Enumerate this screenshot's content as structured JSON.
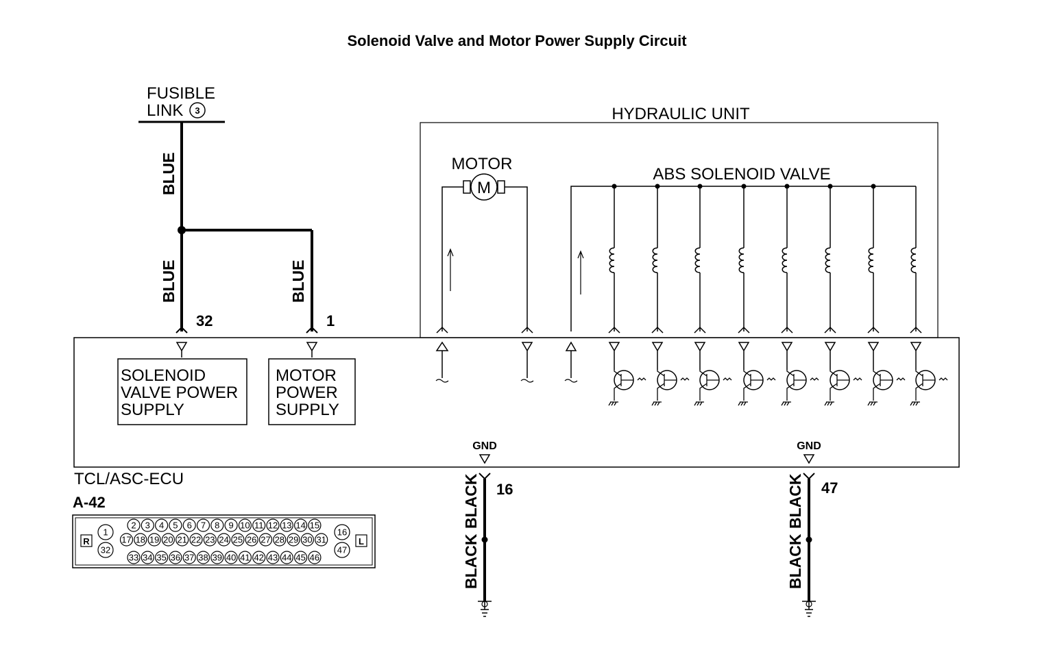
{
  "diagram": {
    "title": "Solenoid Valve and Motor Power Supply Circuit",
    "fusible_link": {
      "line1": "FUSIBLE",
      "line2": "LINK",
      "number": "3"
    },
    "hydraulic_unit_label": "HYDRAULIC UNIT",
    "motor_label": "MOTOR",
    "motor_symbol": "M",
    "abs_solenoid_label": "ABS SOLENOID VALVE",
    "wire_blue": "BLUE",
    "wire_black": "BLACK",
    "pins": {
      "solenoid": "32",
      "motor": "1",
      "gnd1": "16",
      "gnd2": "47"
    },
    "gnd_label": "GND",
    "solenoid_block": [
      "SOLENOID",
      "VALVE POWER",
      "SUPPLY"
    ],
    "motor_block": [
      "MOTOR",
      "POWER",
      "SUPPLY"
    ],
    "ecu_label": "TCL/ASC-ECU",
    "connector": {
      "id": "A-42",
      "left_tag": "R",
      "right_tag": "L",
      "left_pins": [
        "1",
        "32"
      ],
      "right_pins": [
        "16",
        "47"
      ],
      "row1": [
        "2",
        "3",
        "4",
        "5",
        "6",
        "7",
        "8",
        "9",
        "10",
        "11",
        "12",
        "13",
        "14",
        "15"
      ],
      "row2": [
        "17",
        "18",
        "19",
        "20",
        "21",
        "22",
        "23",
        "24",
        "25",
        "26",
        "27",
        "28",
        "29",
        "30",
        "31"
      ],
      "row3": [
        "33",
        "34",
        "35",
        "36",
        "37",
        "38",
        "39",
        "40",
        "41",
        "42",
        "43",
        "44",
        "45",
        "46"
      ]
    }
  }
}
